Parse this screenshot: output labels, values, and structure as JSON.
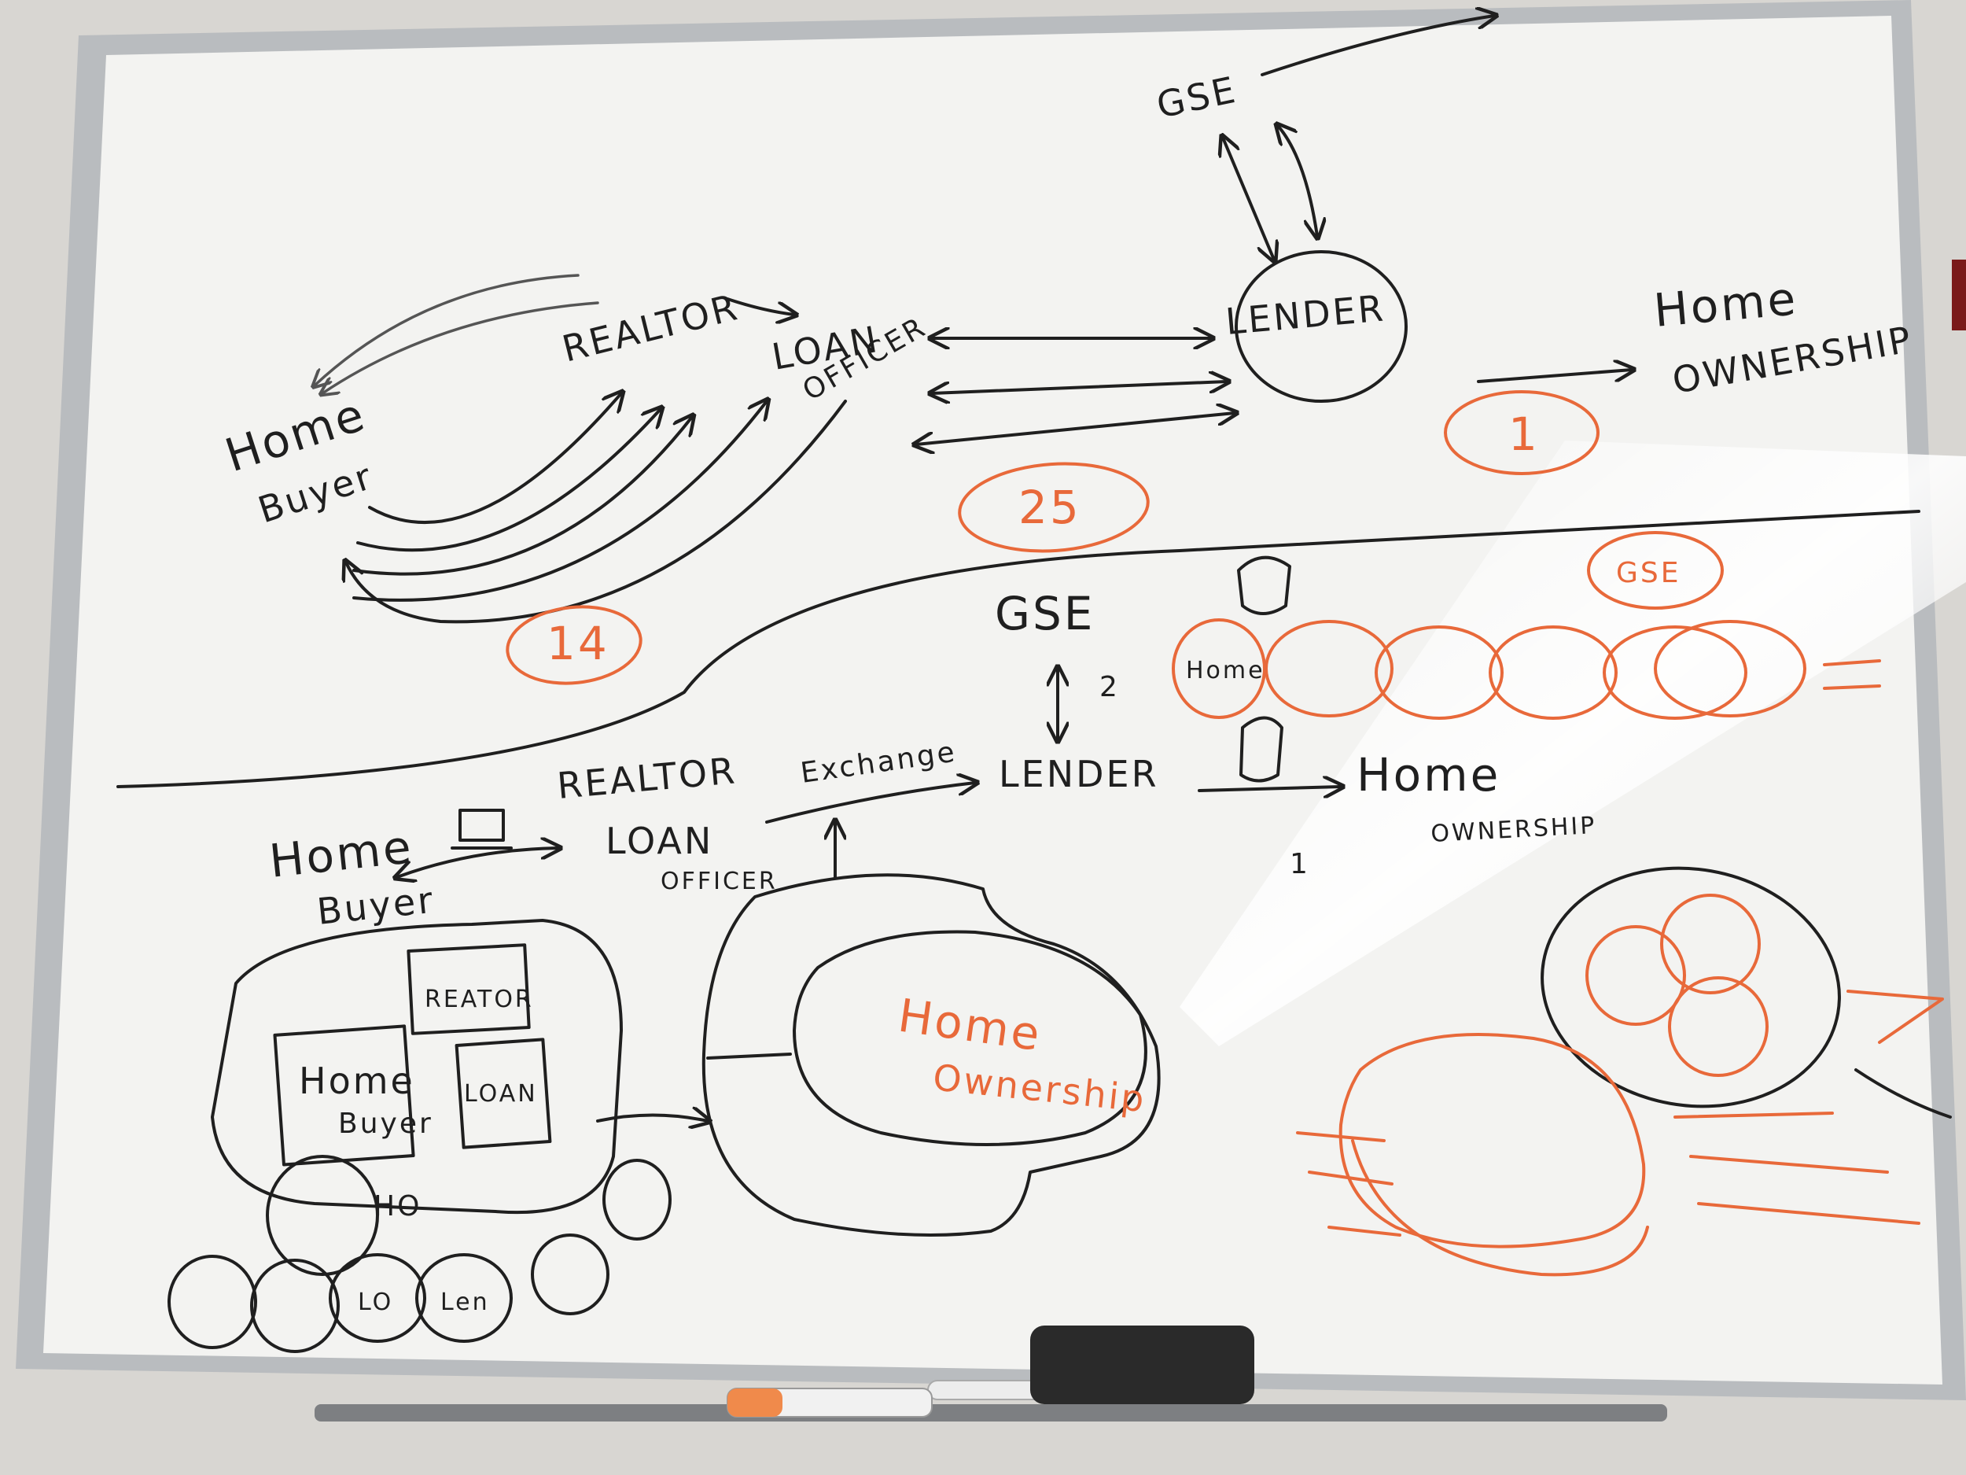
{
  "top": {
    "gse": "GSE",
    "realtor": "REALTOR",
    "loan_officer_1": "LOAN",
    "loan_officer_2": "OFFICER",
    "lender": "LENDER",
    "home_buyer_1": "Home",
    "home_buyer_2": "Buyer",
    "home_ownership_1": "Home",
    "home_ownership_2": "OWNERSHIP",
    "count_lo_lender": "25",
    "count_buyer": "14",
    "count_ownership": "1"
  },
  "bottom": {
    "gse": "GSE",
    "gse_count": "2",
    "realtor": "REALTOR",
    "loan_officer_1": "LOAN",
    "loan_officer_2": "OFFICER",
    "exchange": "Exchange",
    "lender": "LENDER",
    "home_ownership_1": "Home",
    "home_ownership_2": "OWNERSHIP",
    "home_buyer_1": "Home",
    "home_buyer_2": "Buyer",
    "ownership_count": "1",
    "box_realtor": "REATOR",
    "box_home_buyer_1": "Home",
    "box_home_buyer_2": "Buyer",
    "box_loan": "LOAN",
    "circle_ho": "HO",
    "circle_lo": "LO",
    "circle_len": "Len",
    "blob_home_1": "Home",
    "blob_home_2": "Ownership",
    "orange_home": "Home",
    "orange_gse": "GSE"
  },
  "colors": {
    "board": "#f4f4f2",
    "frame": "#b9bcbf",
    "ink_black": "#1f1f1f",
    "ink_orange": "#e8693a"
  }
}
